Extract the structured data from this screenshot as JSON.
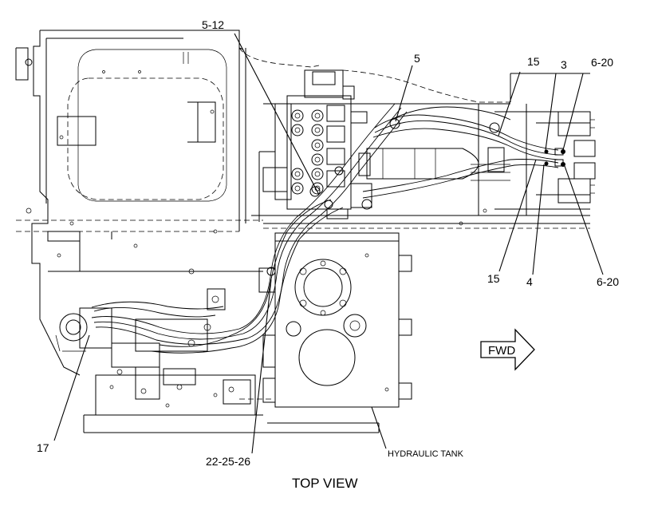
{
  "view_title": "TOP VIEW",
  "direction_arrow": {
    "label": "FWD",
    "icon": "right-arrow-icon"
  },
  "tank_label": "HYDRAULIC TANK",
  "callouts": {
    "c_5_12": "5-12",
    "c_5": "5",
    "c_15_top": "15",
    "c_3": "3",
    "c_6_20_top": "6-20",
    "c_15_bottom": "15",
    "c_4": "4",
    "c_6_20_bottom": "6-20",
    "c_17": "17",
    "c_22_25_26": "22-25-26"
  }
}
